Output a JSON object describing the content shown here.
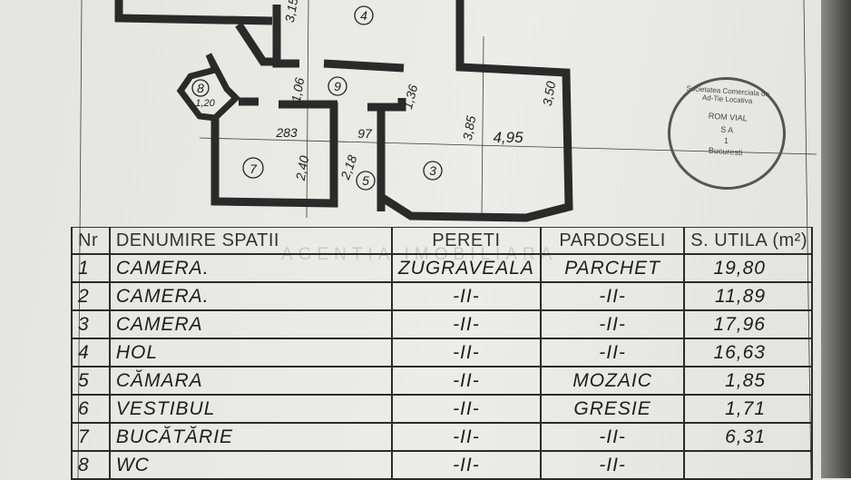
{
  "watermark": "AGENTIA IMOBILIARA",
  "stamp": {
    "ring": "Societatea Comerciala de Ad-Tie Locativa",
    "name": "ROM VIAL",
    "type": "S A",
    "number": "1",
    "city": "Bucuresti"
  },
  "plan": {
    "room_labels": [
      "4",
      "9",
      "7",
      "5",
      "3",
      "8"
    ],
    "dimensions": [
      "3,15",
      "1,06",
      "1,36",
      "283",
      "97",
      "2,40",
      "2,18",
      "3,85",
      "4,95",
      "3,50",
      "1,20"
    ]
  },
  "table": {
    "headers": [
      "Nr",
      "DENUMIRE SPATII",
      "PERETI",
      "PARDOSELI",
      "S. UTILA (m²)"
    ],
    "rows": [
      [
        "1",
        "CAMERA.",
        "ZUGRAVEALA",
        "PARCHET",
        "19,80"
      ],
      [
        "2",
        "CAMERA.",
        "-II-",
        "-II-",
        "11,89"
      ],
      [
        "3",
        "CAMERA",
        "-II-",
        "-II-",
        "17,96"
      ],
      [
        "4",
        "HOL",
        "-II-",
        "-II-",
        "16,63"
      ],
      [
        "5",
        "CĂMARA",
        "-II-",
        "MOZAIC",
        "1,85"
      ],
      [
        "6",
        "VESTIBUL",
        "-II-",
        "GRESIE",
        "1,71"
      ],
      [
        "7",
        "BUCĂTĂRIE",
        "-II-",
        "-II-",
        "6,31"
      ],
      [
        "8",
        "WC",
        "-II-",
        "-II-",
        ""
      ]
    ]
  }
}
